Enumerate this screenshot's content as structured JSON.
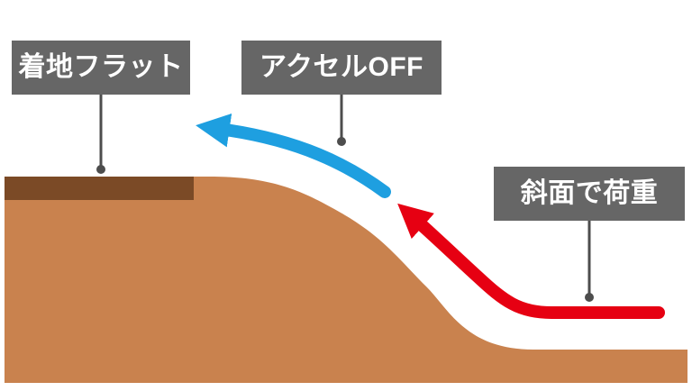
{
  "diagram": {
    "labels": {
      "landing_flat": "着地フラット",
      "accel_off": "アクセルOFF",
      "slope_load": "斜面で荷重"
    },
    "colors": {
      "background": "#ffffff",
      "label_box": "#666666",
      "label_text": "#ffffff",
      "connector": "#4d4d4d",
      "terrain": "#c9824e",
      "landing_strip": "#7b4a26",
      "brake_arrow_blue": "#1e9fe0",
      "load_arrow_red": "#e60012"
    }
  }
}
